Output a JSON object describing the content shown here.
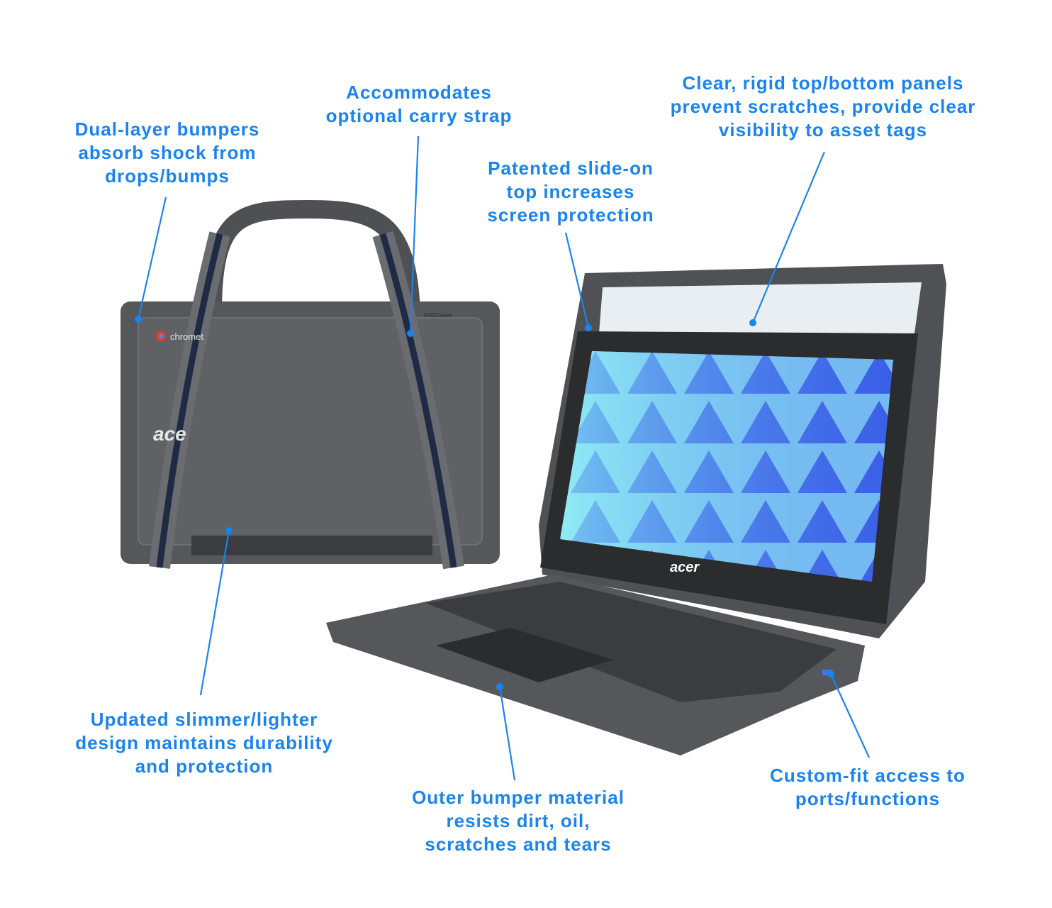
{
  "colors": {
    "accent": "#1a84ee",
    "case": "#5b5d60",
    "case_dark": "#3f4144",
    "strap": "#1f2a44",
    "screen": "#4a8cf0"
  },
  "device_labels": {
    "chrome_logo": "chromet",
    "acer_lid": "ace",
    "acer_bezel": "acer",
    "maxcases": "MAXCases"
  },
  "callouts": [
    {
      "id": "dual-layer-bumpers",
      "lines": [
        "Dual-layer bumpers",
        "absorb shock from",
        "drops/bumps"
      ]
    },
    {
      "id": "carry-strap",
      "lines": [
        "Accommodates",
        "optional carry strap"
      ]
    },
    {
      "id": "slide-on-top",
      "lines": [
        "Patented slide-on",
        "top increases",
        "screen protection"
      ]
    },
    {
      "id": "clear-panels",
      "lines": [
        "Clear, rigid top/bottom panels",
        "prevent scratches, provide clear",
        "visibility to asset tags"
      ]
    },
    {
      "id": "slimmer-design",
      "lines": [
        "Updated slimmer/lighter",
        "design maintains durability",
        "and protection"
      ]
    },
    {
      "id": "outer-bumper",
      "lines": [
        "Outer bumper material",
        "resists dirt, oil,",
        "scratches and tears"
      ]
    },
    {
      "id": "port-access",
      "lines": [
        "Custom-fit access to",
        "ports/functions"
      ]
    }
  ]
}
